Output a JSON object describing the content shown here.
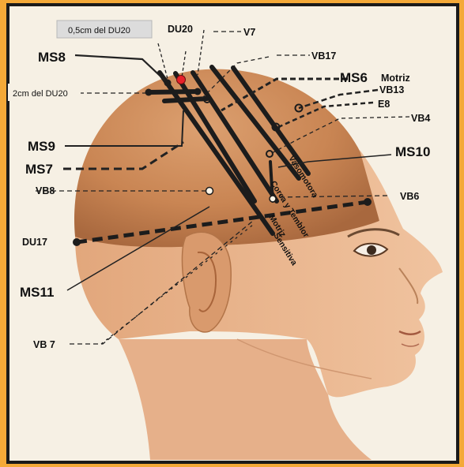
{
  "labels": {
    "top_note": "0,5cm del DU20",
    "du20": "DU20",
    "v7": "V7",
    "ms8": "MS8",
    "vb17": "VB17",
    "ms6": "MS6",
    "motriz_top": "Motriz",
    "two_cm": "2cm del DU20",
    "vb13": "VB13",
    "e8": "E8",
    "vb4": "VB4",
    "ms9": "MS9",
    "ms10": "MS10",
    "ms7": "MS7",
    "vb8": "VB8",
    "vb6": "VB6",
    "du17": "DU17",
    "ms11": "MS11",
    "vb7": "VB 7",
    "vasomotora": "Vasomotora",
    "corea": "Corea y Temblor",
    "motriz_band": "Motriz",
    "sensitiva": "Sensitiva"
  },
  "colors": {
    "background": "#f4a938",
    "panel": "#f6f0e4",
    "frame": "#1a1a1a",
    "skin": "#e8b48c",
    "scalp": "#cf8c5c",
    "line": "#1c1c1c",
    "du20_point": "#e8202a"
  }
}
